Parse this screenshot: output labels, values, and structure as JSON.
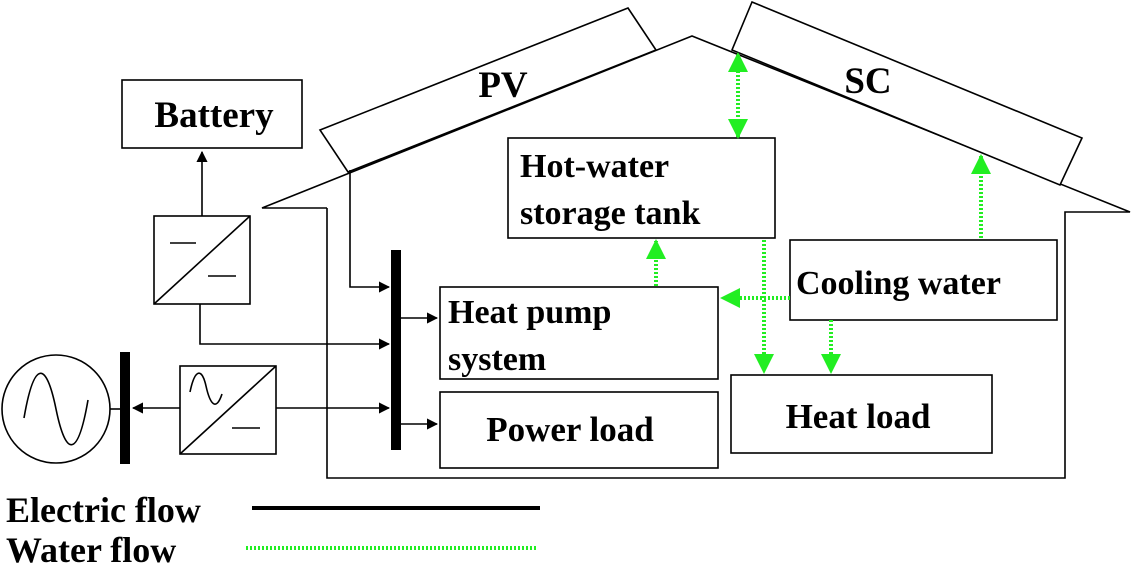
{
  "labels": {
    "pv": "PV",
    "sc": "SC",
    "battery": "Battery",
    "hot_water_line1": "Hot-water",
    "hot_water_line2": "storage tank",
    "cooling_water": "Cooling water",
    "heat_pump_line1": "Heat pump",
    "heat_pump_line2": "system",
    "power_load": "Power load",
    "heat_load": "Heat load"
  },
  "legend": {
    "electric_flow": "Electric flow",
    "water_flow": "Water flow"
  },
  "colors": {
    "electric": "#000000",
    "water": "#22ee22",
    "outline": "#000000"
  }
}
